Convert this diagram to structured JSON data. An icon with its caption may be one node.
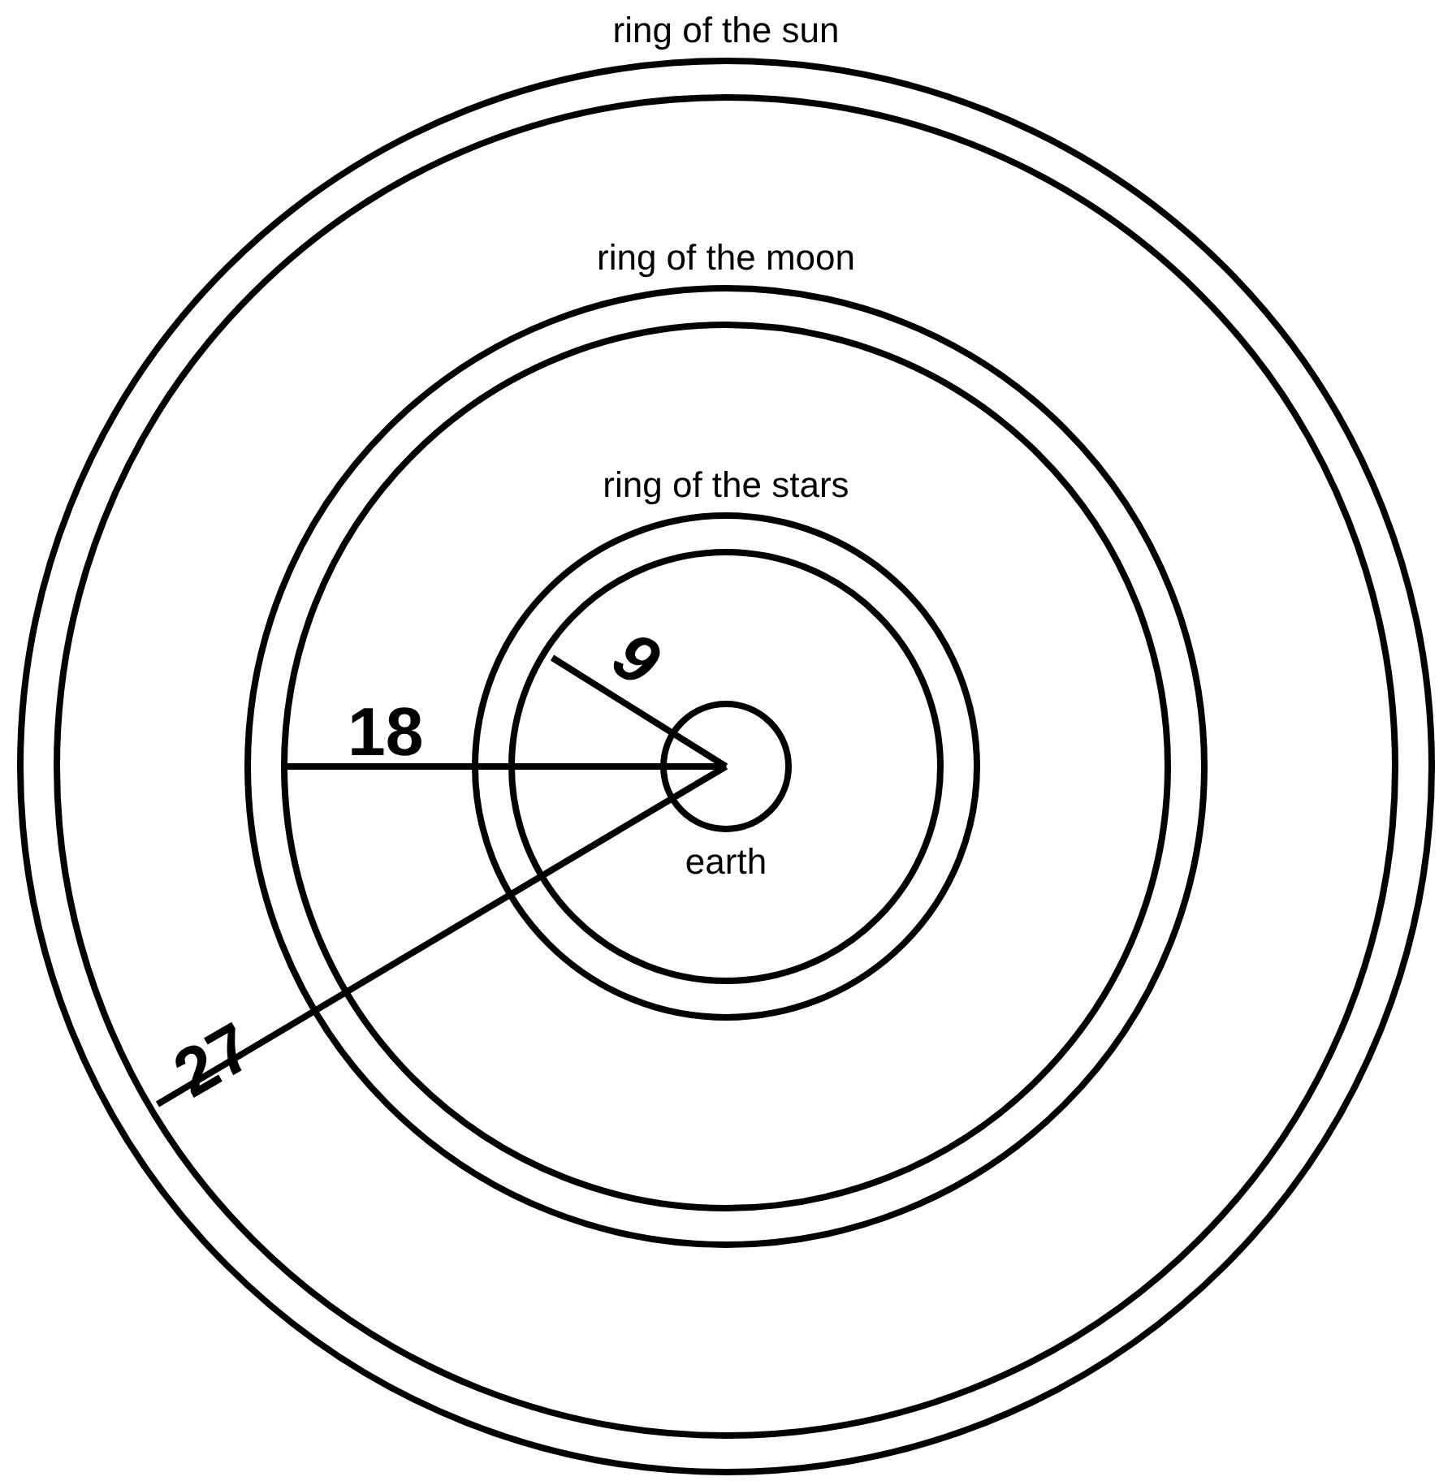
{
  "diagram": {
    "nodes": [
      {
        "text": [
          "ring of the sun"
        ]
      },
      {
        "text": [
          "ring of the moon"
        ],
        "in": 0
      },
      {
        "text": [
          "ring of the stars"
        ],
        "in": 1
      },
      {
        "text": [
          "earth"
        ],
        "in": 2
      }
    ],
    "labels": [
      "9",
      "18",
      "27"
    ]
  }
}
